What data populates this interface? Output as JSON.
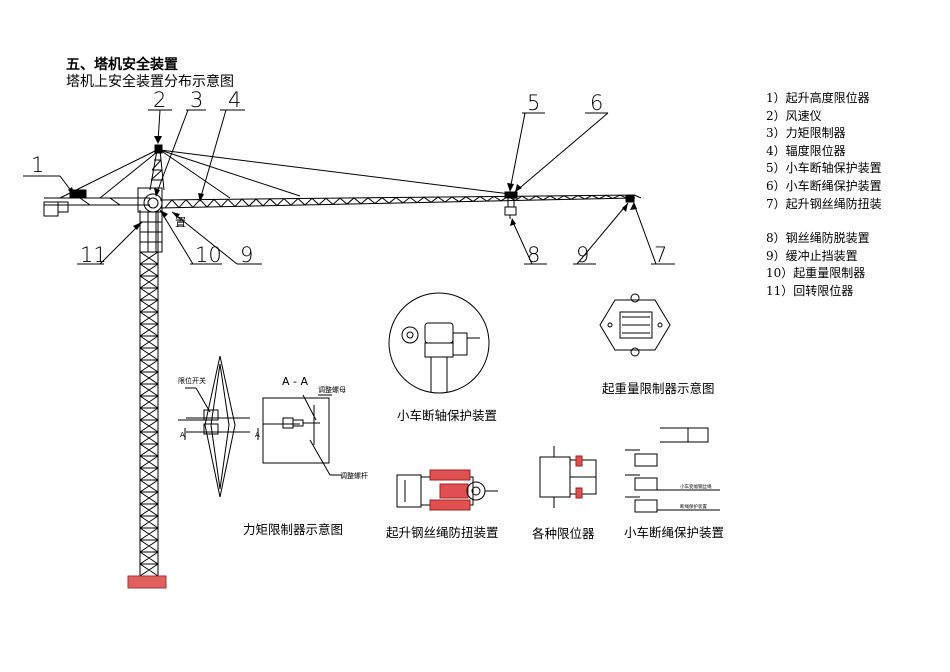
{
  "heading": {
    "title": "五、塔机安全装置",
    "subtitle": "塔机上安全装置分布示意图"
  },
  "legend": [
    "1）起升高度限位器",
    "2）风速仪",
    "3）力矩限制器",
    "4）辐度限位器",
    "5）小车断轴保护装置",
    "6）小车断绳保护装置",
    "7）起升钢丝绳防扭装",
    "8）钢丝绳防脱装置",
    "9）缓冲止挡装置",
    "10）起重量限制器",
    "11）回转限位器"
  ],
  "callouts": [
    "1",
    "2",
    "3",
    "4",
    "5",
    "6",
    "7",
    "8",
    "9",
    "9",
    "10",
    "11"
  ],
  "stray_char": "置",
  "captions": {
    "moment": "力矩限制器示意图",
    "axle": "小车断轴保护装置",
    "weight": "起重量限制器示意图",
    "twist": "起升钢丝绳防扭装置",
    "limiter": "各种限位器",
    "rope": "小车断绳保护装置"
  },
  "detail_labels": {
    "limit_switch": "限位开关",
    "section": "A - A",
    "adjust_nut": "调整螺母",
    "adjust_screw": "调整螺杆",
    "arrow_a": "A",
    "rope_note1": "小车变幅钢丝绳",
    "rope_note2": "断绳保护装置"
  },
  "colors": {
    "line": "#000000",
    "red_detail": "#e05050",
    "base_red": "#e06060"
  }
}
